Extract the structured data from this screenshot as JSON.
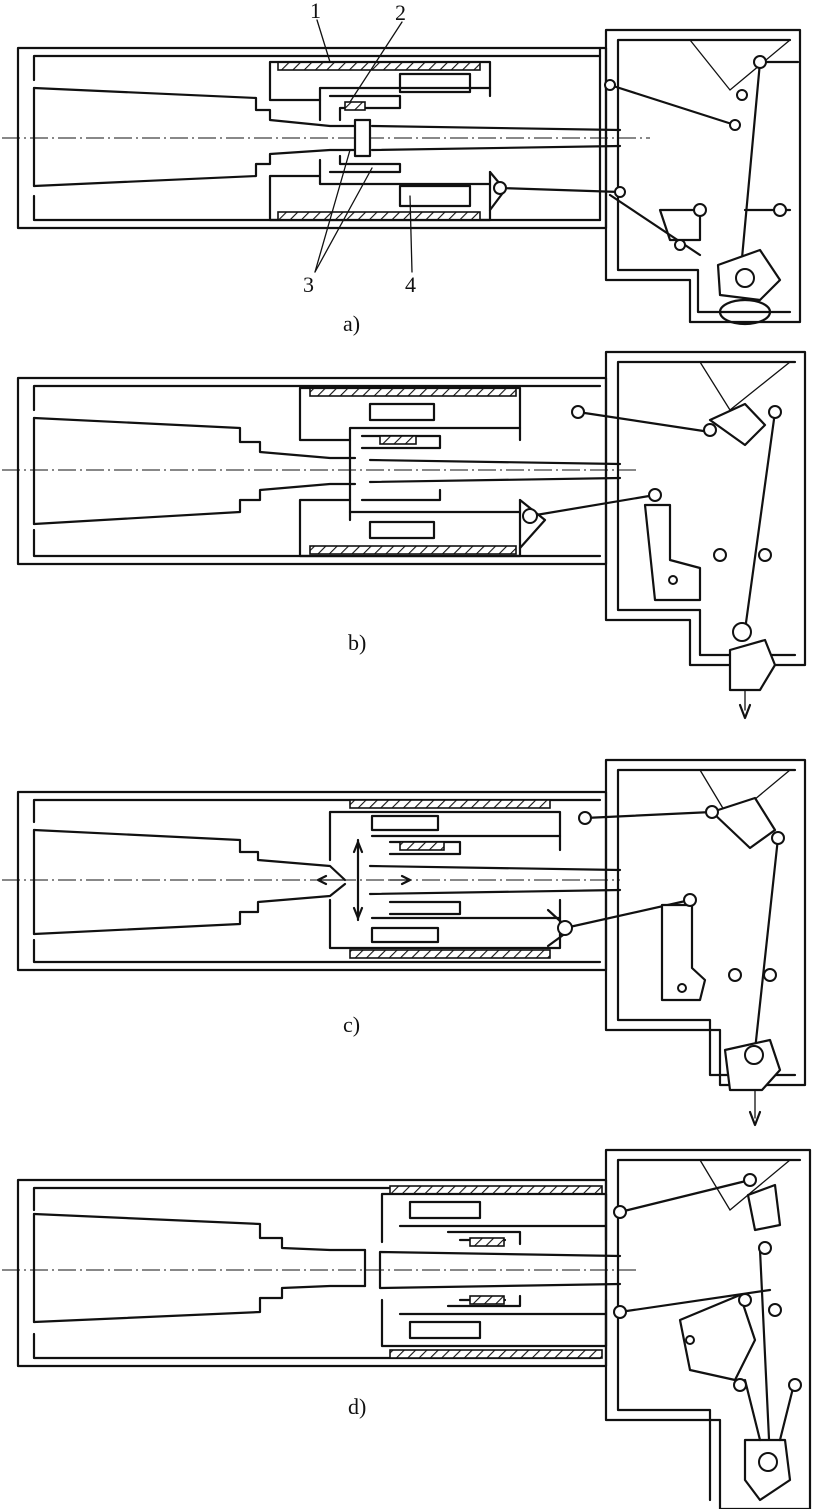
{
  "panels": [
    {
      "caption": "a)"
    },
    {
      "caption": "b)"
    },
    {
      "caption": "c)"
    },
    {
      "caption": "d)"
    }
  ],
  "callouts": [
    {
      "label": "1"
    },
    {
      "label": "2"
    },
    {
      "label": "3"
    },
    {
      "label": "4"
    }
  ]
}
